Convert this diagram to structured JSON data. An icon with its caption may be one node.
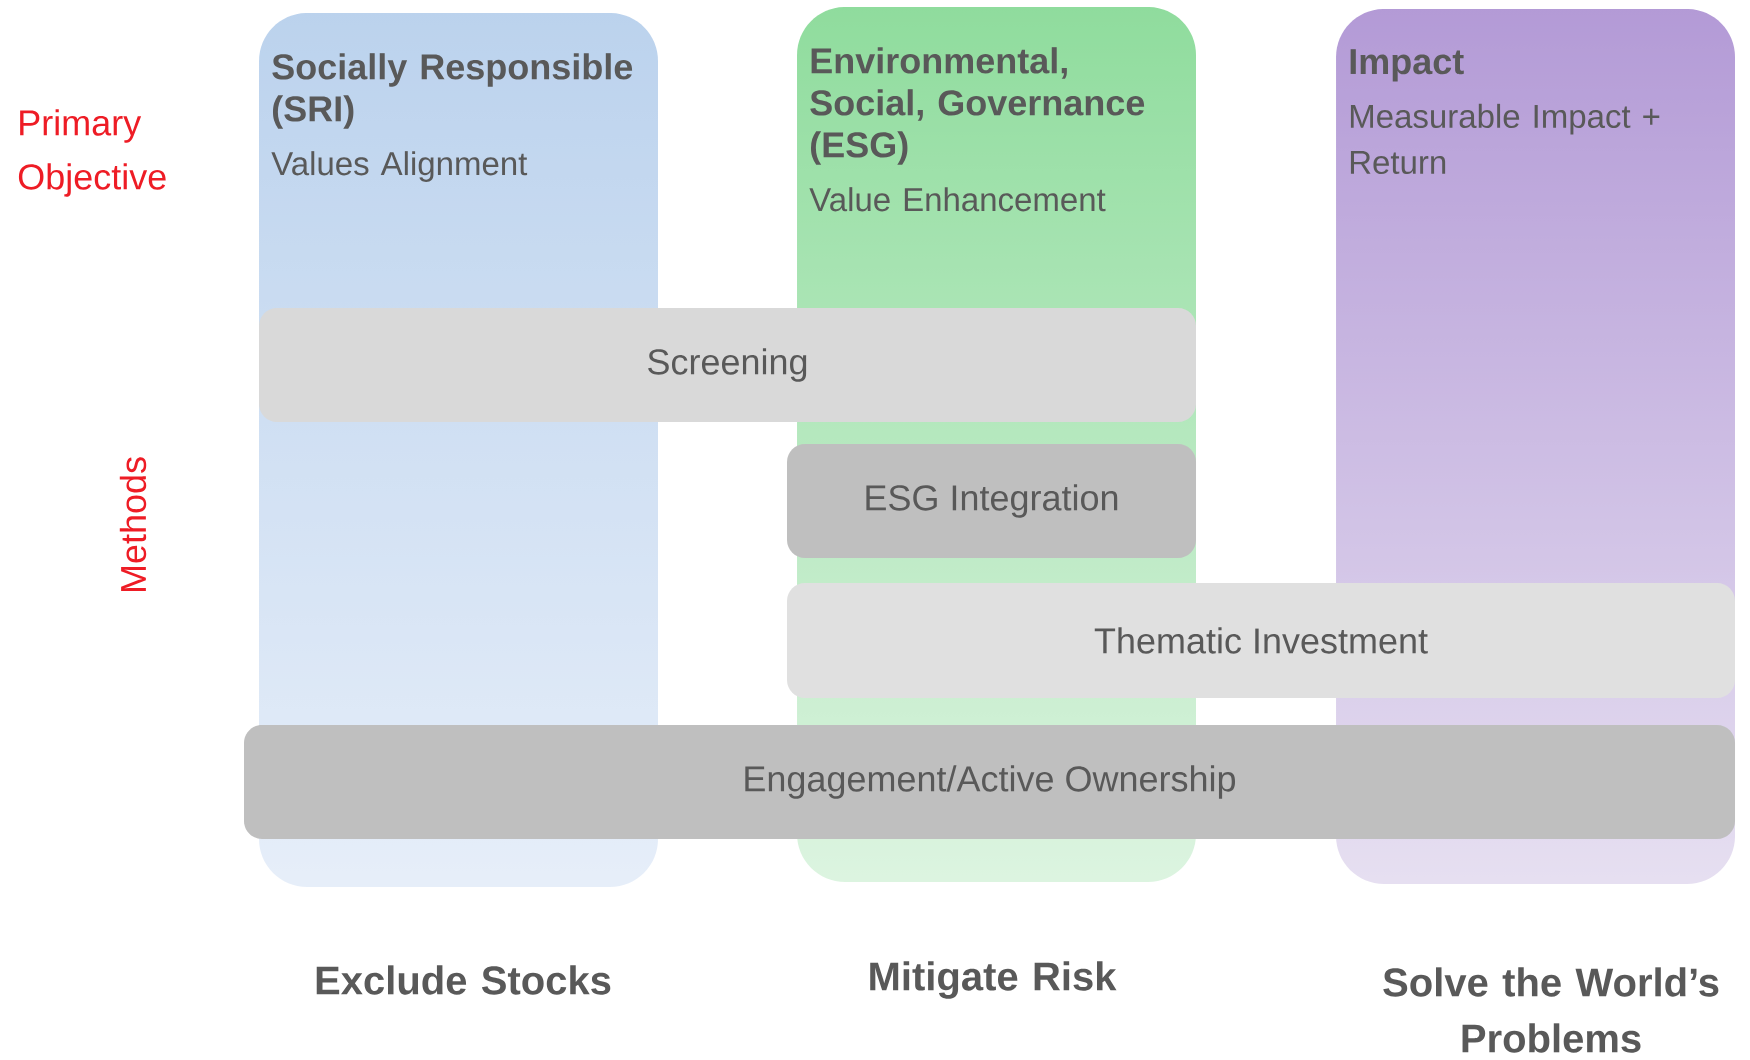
{
  "diagram": {
    "nodes": [
      {
        "text": [
          "Socially Responsible (SRI)",
          "Values Alignment"
        ]
      },
      {
        "text": [
          "Environmental, Social, Governance (ESG)",
          "Value Enhancement"
        ]
      },
      {
        "text": [
          "Impact",
          "Measurable Impact + Return"
        ]
      },
      {
        "text": [
          "Screening"
        ]
      },
      {
        "text": [
          "ESG Integration"
        ]
      },
      {
        "text": [
          "Thematic Investment"
        ]
      },
      {
        "text": [
          "Engagement/Active Ownership"
        ]
      }
    ],
    "labels": [
      "Primary Objective",
      "Methods",
      "Exclude Stocks",
      "Mitigate Risk",
      "Solve the World’s Problems"
    ]
  }
}
